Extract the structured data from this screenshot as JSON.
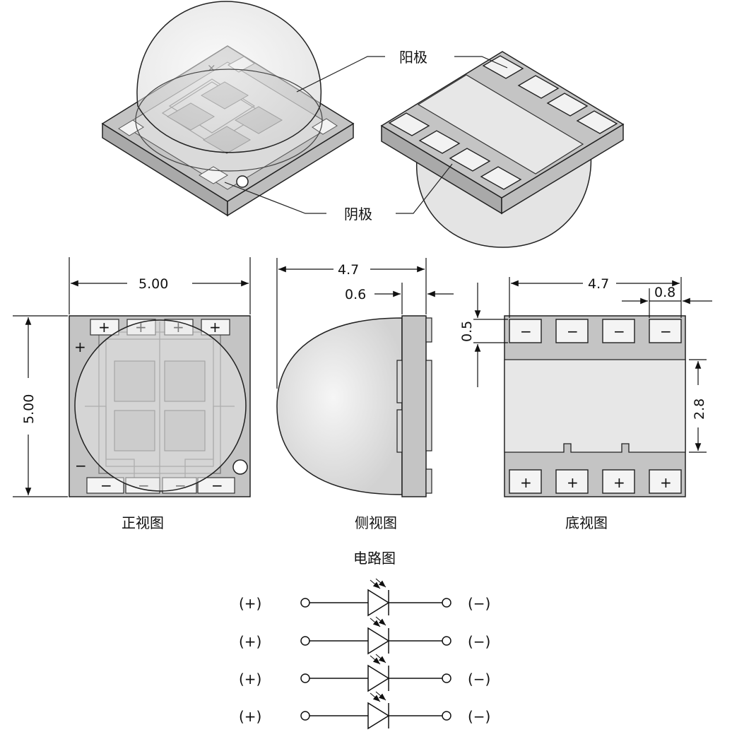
{
  "callouts": {
    "anode": "阳极",
    "cathode": "阴极"
  },
  "dimensions": {
    "front_width": "5.00",
    "front_height": "5.00",
    "side_depth": "4.7",
    "side_pad": "0.6",
    "bottom_width": "4.7",
    "bottom_pad_width": "0.8",
    "bottom_pad_height": "0.5",
    "bottom_center": "2.8"
  },
  "front_view": {
    "caption": "正视图",
    "top_pad_marks": [
      "+",
      "+",
      "+",
      "+"
    ],
    "bottom_pad_marks": [
      "−",
      "−",
      "−",
      "−"
    ],
    "side_plus": "+",
    "side_minus": "−"
  },
  "side_view": {
    "caption": "侧视图"
  },
  "bottom_view": {
    "caption": "底视图",
    "top_pad_marks": [
      "−",
      "−",
      "−",
      "−"
    ],
    "bottom_pad_marks": [
      "+",
      "+",
      "+",
      "+"
    ]
  },
  "circuit": {
    "title": "电路图",
    "rows": [
      {
        "plus": "(+)",
        "minus": "(−)"
      },
      {
        "plus": "(+)",
        "minus": "(−)"
      },
      {
        "plus": "(+)",
        "minus": "(−)"
      },
      {
        "plus": "(+)",
        "minus": "(−)"
      }
    ]
  },
  "colors": {
    "body": "#c4c4c4",
    "lens": "#e6e6e6",
    "pad": "#f4f4f4",
    "chip": "#b3b3b3",
    "line": "#222222"
  }
}
